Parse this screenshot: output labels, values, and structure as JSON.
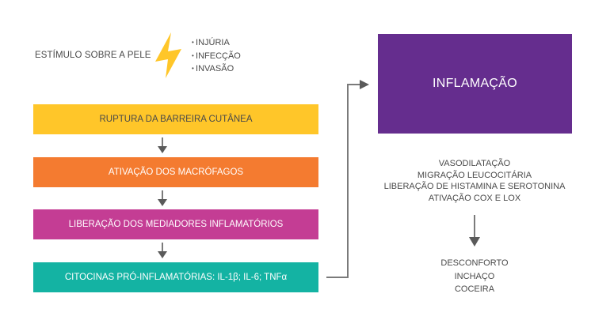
{
  "colors": {
    "yellow": "#FFC629",
    "orange": "#F47B30",
    "magenta": "#C43D94",
    "teal": "#14B3A3",
    "purple": "#652D8E",
    "arrow": "#5A5A5A",
    "text": "#4A4A4A"
  },
  "stimulus": {
    "label": "ESTÍMULO SOBRE A PELE",
    "icon": "lightning-bolt-icon",
    "causes": [
      "INJÚRIA",
      "INFECÇÃO",
      "INVASÃO"
    ]
  },
  "steps": [
    {
      "label": "RUPTURA DA BARREIRA CUTÂNEA"
    },
    {
      "label": "ATIVAÇÃO DOS MACRÓFAGOS"
    },
    {
      "label": "LIBERAÇÃO DOS MEDIADORES INFLAMATÓRIOS"
    },
    {
      "label": "CITOCINAS PRÓ-INFLAMATÓRIAS: IL-1β; IL-6; TNFα"
    }
  ],
  "outcome": {
    "title": "INFLAMAÇÃO",
    "effects": [
      "VASODILATAÇÃO",
      "MIGRAÇÃO LEUCOCITÁRIA",
      "LIBERAÇÃO DE HISTAMINA E SEROTONINA",
      "ATIVAÇÃO COX E LOX"
    ],
    "symptoms": [
      "DESCONFORTO",
      "INCHAÇO",
      "COCEIRA"
    ]
  }
}
